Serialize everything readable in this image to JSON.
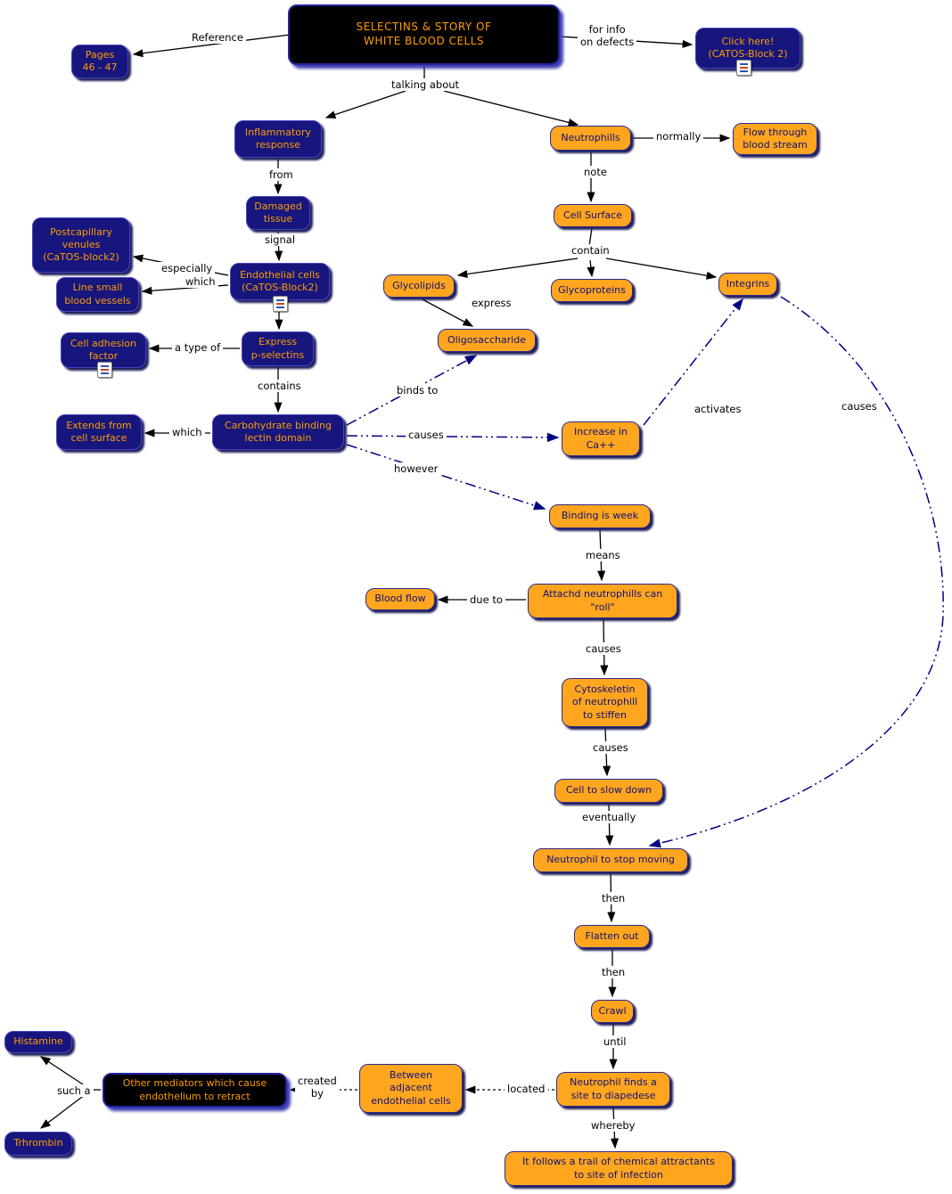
{
  "diagram_title": "SELECTINS & STORY OF WHITE BLOOD CELLS",
  "nodes": {
    "title": "SELECTINS & STORY OF\nWHITE BLOOD CELLS",
    "pages": "Pages\n46 - 47",
    "click_here": "Click here!\n(CATOS-Block 2)",
    "inflammatory": "Inflammatory\nresponse",
    "neutrophills": "Neutrophills",
    "flow_through": "Flow through\nblood stream",
    "damaged": "Damaged\ntissue",
    "cell_surface": "Cell Surface",
    "postcapillary": "Postcapillary\nvenules\n(CaTOS-block2)",
    "line_small": "Line small\nblood vessels",
    "endothelial": "Endothelial cells\n(CaTOS-Block2)",
    "glycolipids": "Glycolipids",
    "glycoproteins": "Glycoproteins",
    "integrins": "Integrins",
    "cell_adhesion": "Cell adhesion\nfactor",
    "express_p": "Express\np-selectins",
    "oligosaccharide": "Oligosaccharide",
    "extends": "Extends from\ncell surface",
    "lectin": "Carbohydrate binding\nlectin domain",
    "increase_ca": "Increase in\nCa++",
    "binding_week": "Binding is week",
    "blood_flow": "Blood flow",
    "attachd": "Attachd neutrophills can\n\"roll\"",
    "cytoskeletin": "Cytoskeletin\nof neutrophill\nto stiffen",
    "slow_down": "Cell to slow down",
    "stop_moving": "Neutrophil to stop moving",
    "flatten": "Flatten out",
    "crawl": "Crawl",
    "histamine": "Histamine",
    "other_mediators": "Other mediators which cause\nendothelium to retract",
    "between_adjacent": "Between\nadjacent\nendothelial cells",
    "diapedese": "Neutrophil finds a\nsite to diapedese",
    "trhrombin": "Trhrombin",
    "trail": "It follows a trail of chemical attractants\nto site of infection"
  },
  "labels": {
    "reference": "Reference",
    "for_info": "for info\non defects",
    "talking_about": "talking about",
    "normally": "normally",
    "note": "note",
    "from": "from",
    "signal": "signal",
    "contain": "contain",
    "especially": "especially",
    "which_1": "which",
    "express": "express",
    "a_type_of": "a type of",
    "contains": "contains",
    "binds_to": "binds to",
    "which_2": "which",
    "causes_1": "causes",
    "activates": "activates",
    "however": "however",
    "causes_integrins": "causes",
    "means": "means",
    "due_to": "due to",
    "causes_2": "causes",
    "causes_3": "causes",
    "eventually": "eventually",
    "then_1": "then",
    "then_2": "then",
    "until": "until",
    "located": "located",
    "created_by": "created\nby",
    "such_a": "such a",
    "whereby": "whereby"
  },
  "icons": {
    "resource_icon": "resource-list-icon"
  },
  "colors": {
    "concept_navy_bg": "#16167E",
    "concept_navy_text": "#FF9C00",
    "concept_orange_bg": "#FFA51E",
    "concept_orange_text": "#101078",
    "concept_black_bg": "#000000",
    "link_line_black": "#000000",
    "link_line_navy": "#000080"
  }
}
